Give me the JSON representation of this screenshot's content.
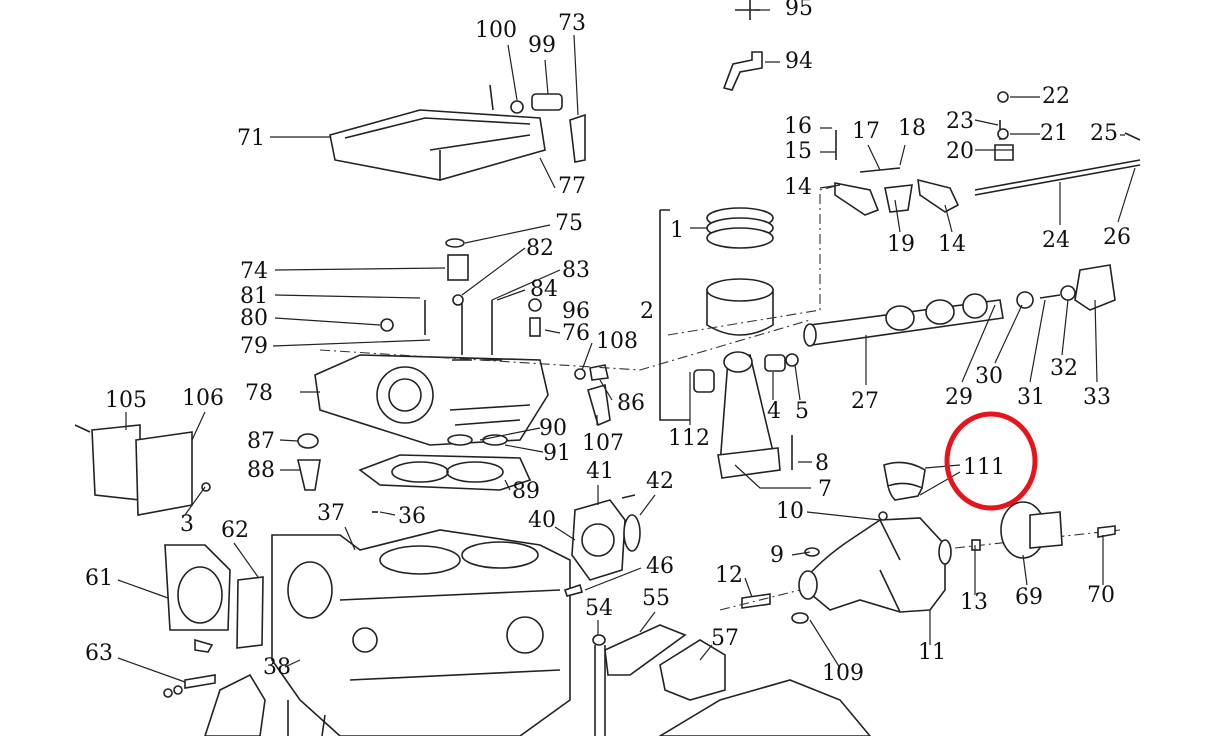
{
  "diagram": {
    "type": "exploded-parts-diagram",
    "labels": [
      "100",
      "99",
      "73",
      "95",
      "94",
      "71",
      "77",
      "22",
      "16",
      "17",
      "18",
      "23",
      "21",
      "25",
      "15",
      "20",
      "14",
      "19",
      "14",
      "24",
      "26",
      "1",
      "75",
      "82",
      "74",
      "83",
      "81",
      "84",
      "96",
      "80",
      "76",
      "108",
      "2",
      "79",
      "78",
      "86",
      "112",
      "4",
      "5",
      "27",
      "29",
      "30",
      "31",
      "32",
      "33",
      "105",
      "106",
      "90",
      "91",
      "107",
      "87",
      "88",
      "41",
      "8",
      "111",
      "42",
      "89",
      "7",
      "3",
      "37",
      "36",
      "40",
      "10",
      "62",
      "61",
      "9",
      "46",
      "12",
      "13",
      "69",
      "70",
      "54",
      "55",
      "57",
      "63",
      "38",
      "109",
      "11"
    ],
    "highlight": {
      "label": "111",
      "color": "#e8141c"
    }
  }
}
